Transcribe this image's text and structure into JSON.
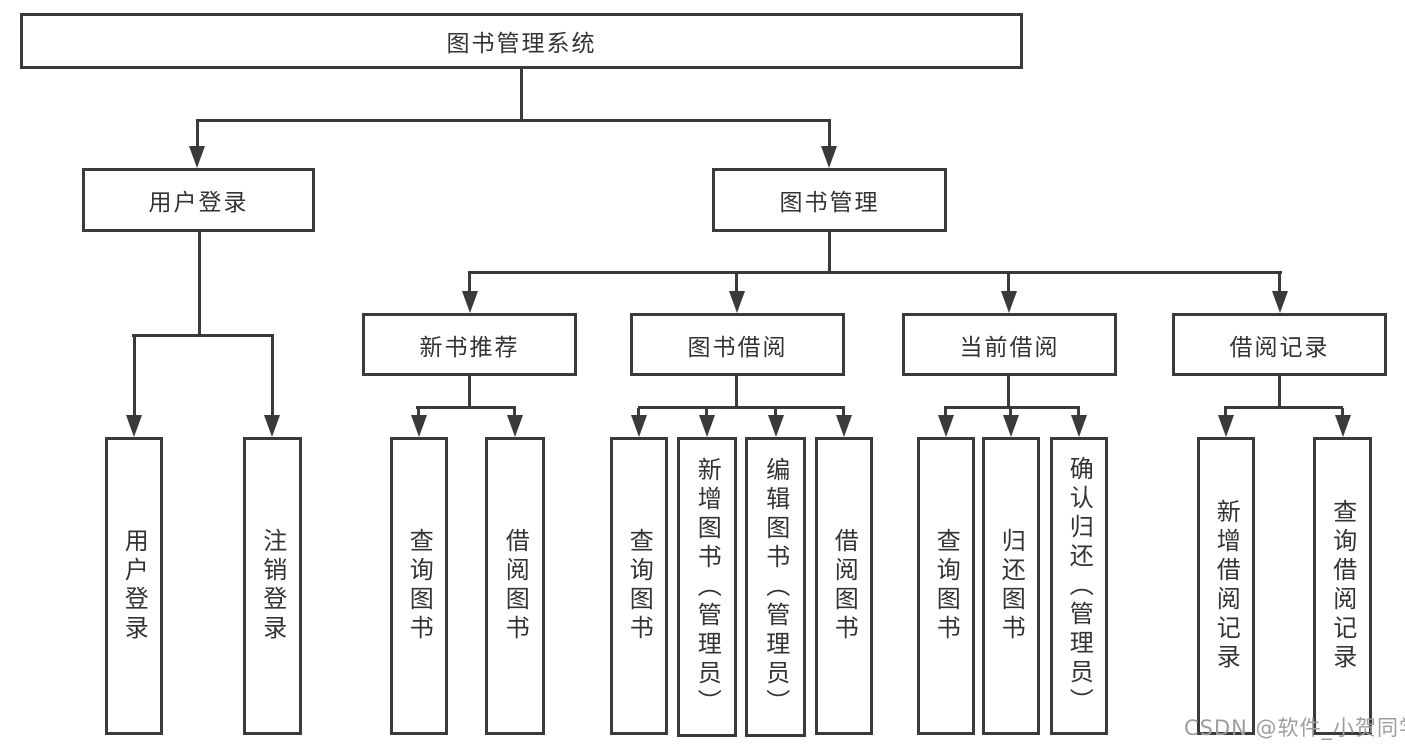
{
  "tree": {
    "root": "图书管理系统",
    "branches": [
      {
        "label": "用户登录",
        "children": [
          "用户登录",
          "注销登录"
        ]
      },
      {
        "label": "图书管理",
        "groups": [
          {
            "label": "新书推荐",
            "children": [
              "查询图书",
              "借阅图书"
            ]
          },
          {
            "label": "图书借阅",
            "children": [
              "查询图书",
              "新增图书（管理员）",
              "编辑图书（管理员）",
              "借阅图书"
            ]
          },
          {
            "label": "当前借阅",
            "children": [
              "查询图书",
              "归还图书",
              "确认归还（管理员）"
            ]
          },
          {
            "label": "借阅记录",
            "children": [
              "新增借阅记录",
              "查询借阅记录"
            ]
          }
        ]
      }
    ]
  },
  "watermark": "CSDN @软件_小贺同学",
  "colors": {
    "line": "#3a3a3a",
    "text": "#333333",
    "watermark": "#9e9e9e",
    "background": "#ffffff"
  }
}
